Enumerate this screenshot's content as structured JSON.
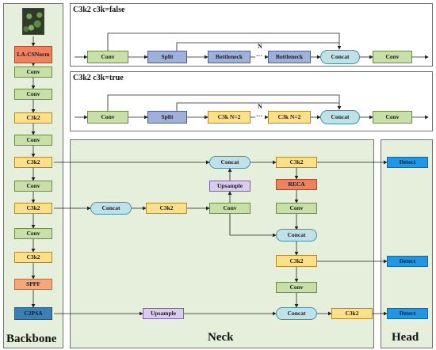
{
  "panels": {
    "backbone_label": "Backbone",
    "neck_label": "Neck",
    "head_label": "Head",
    "c3k_false_title": "C3k2 c3k=false",
    "c3k_true_title": "C3k2 c3k=true"
  },
  "backbone": {
    "input_image": "plant-leaf-photo",
    "blocks": [
      "LA-CSNorm",
      "Conv",
      "Conv",
      "C3k2",
      "Conv",
      "C3k2",
      "Conv",
      "C3k2",
      "Conv",
      "C3k2",
      "SPPF",
      "C2PSA"
    ]
  },
  "c3k_false": {
    "blocks": [
      "Conv",
      "Split",
      "Bottleneck",
      "Bottleneck",
      "Concat",
      "Conv"
    ],
    "n_label": "N",
    "dots": "···"
  },
  "c3k_true": {
    "blocks": [
      "Conv",
      "Split",
      "C3k N=2",
      "C3k N=2",
      "Concat",
      "Conv"
    ],
    "n_label": "N",
    "dots": "···"
  },
  "neck": {
    "concat_top": "Concat",
    "upsample_top": "Upsample",
    "conv_mid": "Conv",
    "concat_left": "Concat",
    "c3k2_left": "C3k2",
    "c3k2_top": "C3k2",
    "reca": "RECA",
    "conv_right1": "Conv",
    "concat_mid": "Concat",
    "c3k2_mid": "C3k2",
    "conv_right2": "Conv",
    "upsample_bottom": "Upsample",
    "concat_bottom": "Concat",
    "c3k2_bottom": "C3k2"
  },
  "head": {
    "detect_1": "Detect",
    "detect_2": "Detect",
    "detect_3": "Detect"
  }
}
